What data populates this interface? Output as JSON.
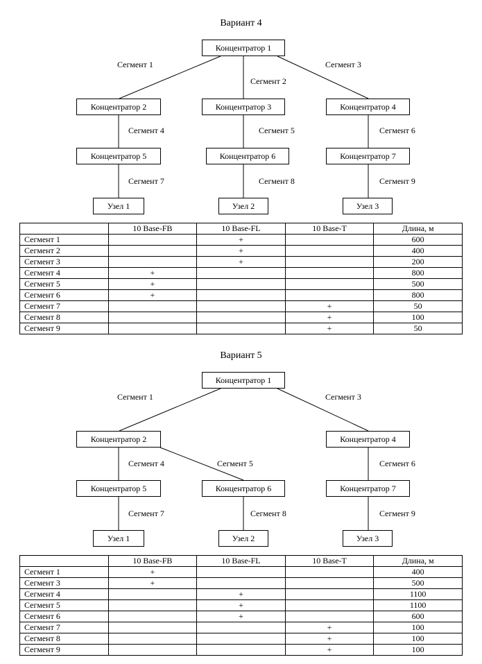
{
  "variant4": {
    "title": "Вариант 4",
    "nodes": {
      "hub1": "Концентратор 1",
      "hub2": "Концентратор 2",
      "hub3": "Концентратор 3",
      "hub4": "Концентратор 4",
      "hub5": "Концентратор 5",
      "hub6": "Концентратор 6",
      "hub7": "Концентратор 7",
      "node1": "Узел 1",
      "node2": "Узел 2",
      "node3": "Узел 3"
    },
    "segment_labels": {
      "s1": "Сегмент 1",
      "s2": "Сегмент 2",
      "s3": "Сегмент 3",
      "s4": "Сегмент 4",
      "s5": "Сегмент 5",
      "s6": "Сегмент 6",
      "s7": "Сегмент 7",
      "s8": "Сегмент 8",
      "s9": "Сегмент 9"
    },
    "table": {
      "headers": [
        "",
        "10 Base-FB",
        "10 Base-FL",
        "10 Base-T",
        "Длина, м"
      ],
      "rows": [
        [
          "Сегмент 1",
          "",
          "+",
          "",
          "600"
        ],
        [
          "Сегмент 2",
          "",
          "+",
          "",
          "400"
        ],
        [
          "Сегмент 3",
          "",
          "+",
          "",
          "200"
        ],
        [
          "Сегмент 4",
          "+",
          "",
          "",
          "800"
        ],
        [
          "Сегмент 5",
          "+",
          "",
          "",
          "500"
        ],
        [
          "Сегмент 6",
          "+",
          "",
          "",
          "800"
        ],
        [
          "Сегмент 7",
          "",
          "",
          "+",
          "50"
        ],
        [
          "Сегмент 8",
          "",
          "",
          "+",
          "100"
        ],
        [
          "Сегмент 9",
          "",
          "",
          "+",
          "50"
        ]
      ]
    }
  },
  "variant5": {
    "title": "Вариант 5",
    "nodes": {
      "hub1": "Концентратор 1",
      "hub2": "Концентратор 2",
      "hub4": "Концентратор 4",
      "hub5": "Концентратор 5",
      "hub6": "Концентратор 6",
      "hub7": "Концентратор 7",
      "node1": "Узел 1",
      "node2": "Узел 2",
      "node3": "Узел 3"
    },
    "segment_labels": {
      "s1": "Сегмент 1",
      "s3": "Сегмент 3",
      "s4": "Сегмент 4",
      "s5": "Сегмент 5",
      "s6": "Сегмент 6",
      "s7": "Сегмент 7",
      "s8": "Сегмент 8",
      "s9": "Сегмент 9"
    },
    "table": {
      "headers": [
        "",
        "10 Base-FB",
        "10 Base-FL",
        "10 Base-T",
        "Длина, м"
      ],
      "rows": [
        [
          "Сегмент 1",
          "+",
          "",
          "",
          "400"
        ],
        [
          "Сегмент 3",
          "+",
          "",
          "",
          "500"
        ],
        [
          "Сегмент 4",
          "",
          "+",
          "",
          "1100"
        ],
        [
          "Сегмент 5",
          "",
          "+",
          "",
          "1100"
        ],
        [
          "Сегмент 6",
          "",
          "+",
          "",
          "600"
        ],
        [
          "Сегмент 7",
          "",
          "",
          "+",
          "100"
        ],
        [
          "Сегмент 8",
          "",
          "",
          "+",
          "100"
        ],
        [
          "Сегмент 9",
          "",
          "",
          "+",
          "100"
        ]
      ]
    }
  }
}
